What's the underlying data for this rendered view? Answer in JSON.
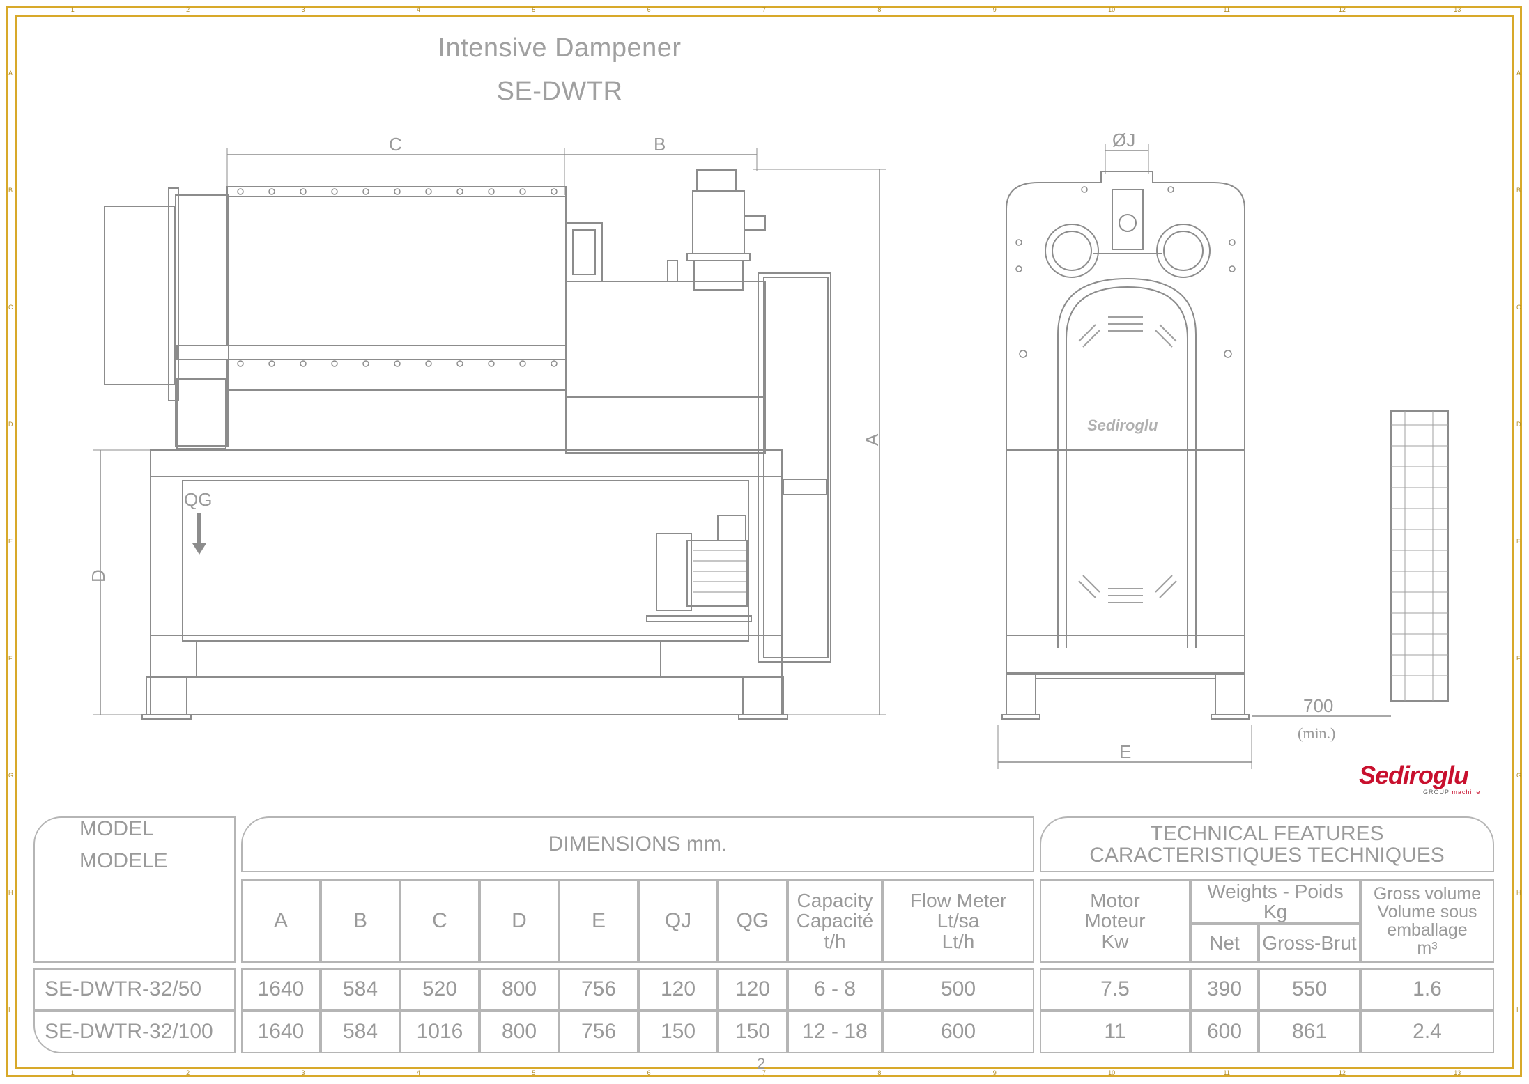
{
  "title": "Intensive Dampener",
  "subtitle": "SE-DWTR",
  "dims": {
    "a": "A",
    "b": "B",
    "c": "C",
    "d": "D",
    "e": "E",
    "qj": "ØJ",
    "qg": "QG",
    "clearance": "700",
    "clearance_note": "(min.)"
  },
  "drawing_logo": "Sediroglu",
  "brand": {
    "name": "Sediroglu",
    "sub1": "GROUP",
    "sub2": "machine"
  },
  "table": {
    "model_header": [
      "MODEL",
      "MODELE"
    ],
    "dimensions_header": "DIMENSIONS mm.",
    "tech_header": [
      "TECHNICAL FEATURES",
      "CARACTERISTIQUES TECHNIQUES"
    ],
    "dim_columns": [
      "A",
      "B",
      "C",
      "D",
      "E",
      "QJ",
      "QG"
    ],
    "capacity_header": [
      "Capacity",
      "Capacité",
      "t/h"
    ],
    "flow_header": [
      "Flow Meter",
      "Lt/sa",
      "Lt/h"
    ],
    "motor_header": [
      "Motor",
      "Moteur",
      "Kw"
    ],
    "weights_header": [
      "Weights - Poids",
      "Kg"
    ],
    "net_header": "Net",
    "gross_header": "Gross-Brut",
    "volume_header": [
      "Gross volume",
      "Volume sous",
      "emballage",
      "m³"
    ],
    "rows": [
      {
        "model": "SE-DWTR-32/50",
        "A": "1640",
        "B": "584",
        "C": "520",
        "D": "800",
        "E": "756",
        "QJ": "120",
        "QG": "120",
        "capacity": "6 - 8",
        "flow": "500",
        "motor": "7.5",
        "net": "390",
        "gross": "550",
        "volume": "1.6"
      },
      {
        "model": "SE-DWTR-32/100",
        "A": "1640",
        "B": "584",
        "C": "1016",
        "D": "800",
        "E": "756",
        "QJ": "150",
        "QG": "150",
        "capacity": "12 - 18",
        "flow": "600",
        "motor": "11",
        "net": "600",
        "gross": "861",
        "volume": "2.4"
      }
    ]
  },
  "page_number": "2",
  "ruler": {
    "top": [
      "1",
      "2",
      "3",
      "4",
      "5",
      "6",
      "7",
      "8",
      "9",
      "10",
      "11",
      "12",
      "13"
    ],
    "side": [
      "A",
      "B",
      "C",
      "D",
      "E",
      "F",
      "G",
      "H",
      "I"
    ]
  },
  "colors": {
    "frame": "#d8a92a",
    "line": "#9a9a9a",
    "brand": "#c8102e"
  }
}
